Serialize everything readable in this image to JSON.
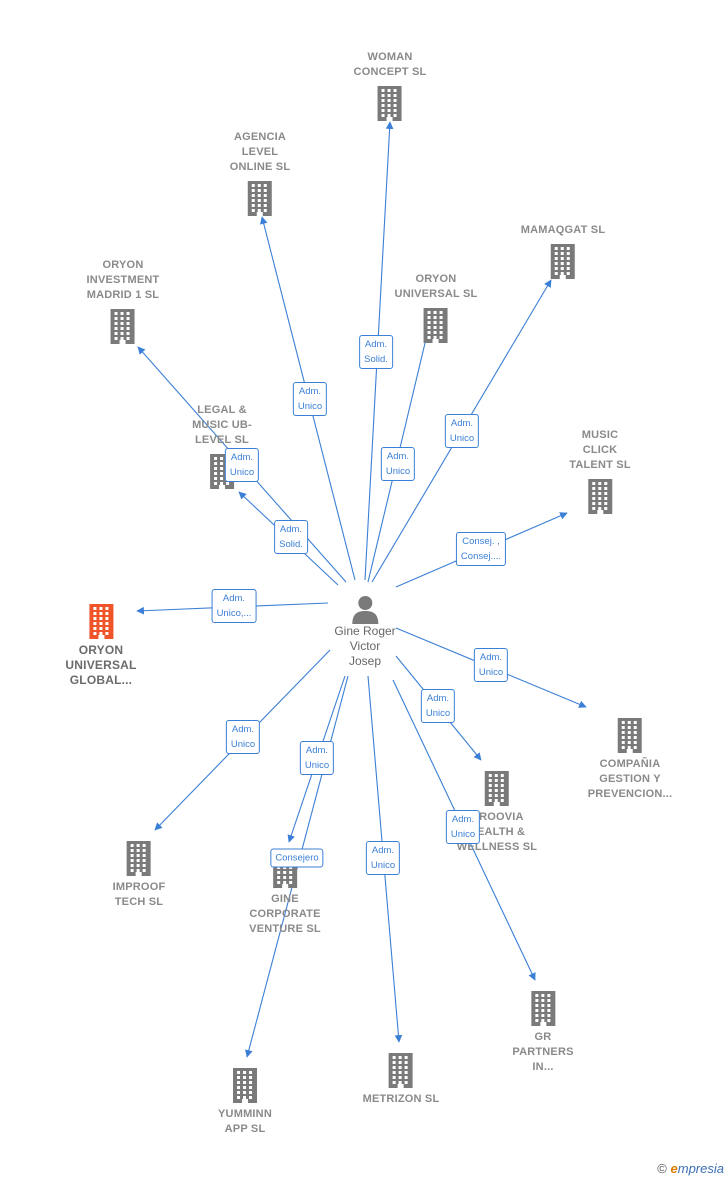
{
  "person": {
    "name": "Gine Roger\nVictor\nJosep"
  },
  "colors": {
    "edge": "#3b7fd6",
    "building": "#7a7a7a",
    "highlight": "#f0552a"
  },
  "companies": [
    {
      "id": "woman",
      "label": "WOMAN\nCONCEPT  SL",
      "highlight": false
    },
    {
      "id": "agencia",
      "label": "AGENCIA\nLEVEL\nONLINE SL",
      "highlight": false
    },
    {
      "id": "mamaqgat",
      "label": "MAMAQGAT  SL",
      "highlight": false
    },
    {
      "id": "oryon-inv",
      "label": "ORYON\nINVESTMENT\nMADRID 1  SL",
      "highlight": false
    },
    {
      "id": "oryon-univ",
      "label": "ORYON\nUNIVERSAL  SL",
      "highlight": false
    },
    {
      "id": "legal",
      "label": "LEGAL &\nMUSIC UB-\nLEVEL SL",
      "highlight": false
    },
    {
      "id": "music",
      "label": "MUSIC\nCLICK\nTALENT  SL",
      "highlight": false
    },
    {
      "id": "oryon-global",
      "label": "ORYON\nUNIVERSAL\nGLOBAL...",
      "highlight": true
    },
    {
      "id": "compania",
      "label": "COMPAÑIA\nGESTION Y\nPREVENCION...",
      "highlight": false
    },
    {
      "id": "groovia",
      "label": "GROOVIA\nHEALTH &\nWELLNESS  SL",
      "highlight": false
    },
    {
      "id": "improof",
      "label": "IMPROOF\nTECH  SL",
      "highlight": false
    },
    {
      "id": "gine-corp",
      "label": "GINE\nCORPORATE\nVENTURE  SL",
      "highlight": false
    },
    {
      "id": "gr",
      "label": "GR\nPARTNERS\nIN...",
      "highlight": false
    },
    {
      "id": "yumminn",
      "label": "YUMMINN\nAPP  SL",
      "highlight": false
    },
    {
      "id": "metrizon",
      "label": "METRIZON  SL",
      "highlight": false
    }
  ],
  "edges": [
    {
      "to": "woman",
      "label": "Adm.\nSolid."
    },
    {
      "to": "agencia",
      "label": "Adm.\nUnico"
    },
    {
      "to": "mamaqgat",
      "label": "Adm.\nUnico"
    },
    {
      "to": "oryon-inv",
      "label": "Adm.\nUnico"
    },
    {
      "to": "oryon-univ",
      "label": "Adm.\nUnico"
    },
    {
      "to": "legal",
      "label": "Adm.\nSolid."
    },
    {
      "to": "music",
      "label": "Consej. ,\nConsej...."
    },
    {
      "to": "oryon-global",
      "label": "Adm.\nUnico,..."
    },
    {
      "to": "compania",
      "label": "Adm.\nUnico"
    },
    {
      "to": "groovia",
      "label": "Adm.\nUnico"
    },
    {
      "to": "improof",
      "label": "Adm.\nUnico"
    },
    {
      "to": "gine-corp",
      "label": "Adm.\nUnico"
    },
    {
      "to": "gr",
      "label": "Adm.\nUnico"
    },
    {
      "to": "yumminn",
      "label": "Consejero"
    },
    {
      "to": "metrizon",
      "label": "Adm.\nUnico"
    }
  ],
  "brand": {
    "copyright": "©",
    "e": "e",
    "rest": "mpresia"
  }
}
